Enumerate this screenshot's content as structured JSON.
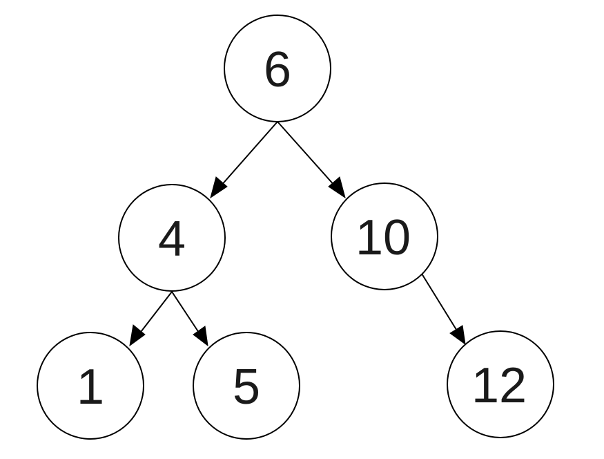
{
  "tree": {
    "nodes": [
      {
        "id": "n6",
        "label": "6"
      },
      {
        "id": "n4",
        "label": "4"
      },
      {
        "id": "n10",
        "label": "10"
      },
      {
        "id": "n1",
        "label": "1"
      },
      {
        "id": "n5",
        "label": "5"
      },
      {
        "id": "n12",
        "label": "12"
      }
    ],
    "edges": [
      {
        "from": "n6",
        "to": "n4"
      },
      {
        "from": "n6",
        "to": "n10"
      },
      {
        "from": "n4",
        "to": "n1"
      },
      {
        "from": "n4",
        "to": "n5"
      },
      {
        "from": "n10",
        "to": "n12"
      }
    ]
  }
}
